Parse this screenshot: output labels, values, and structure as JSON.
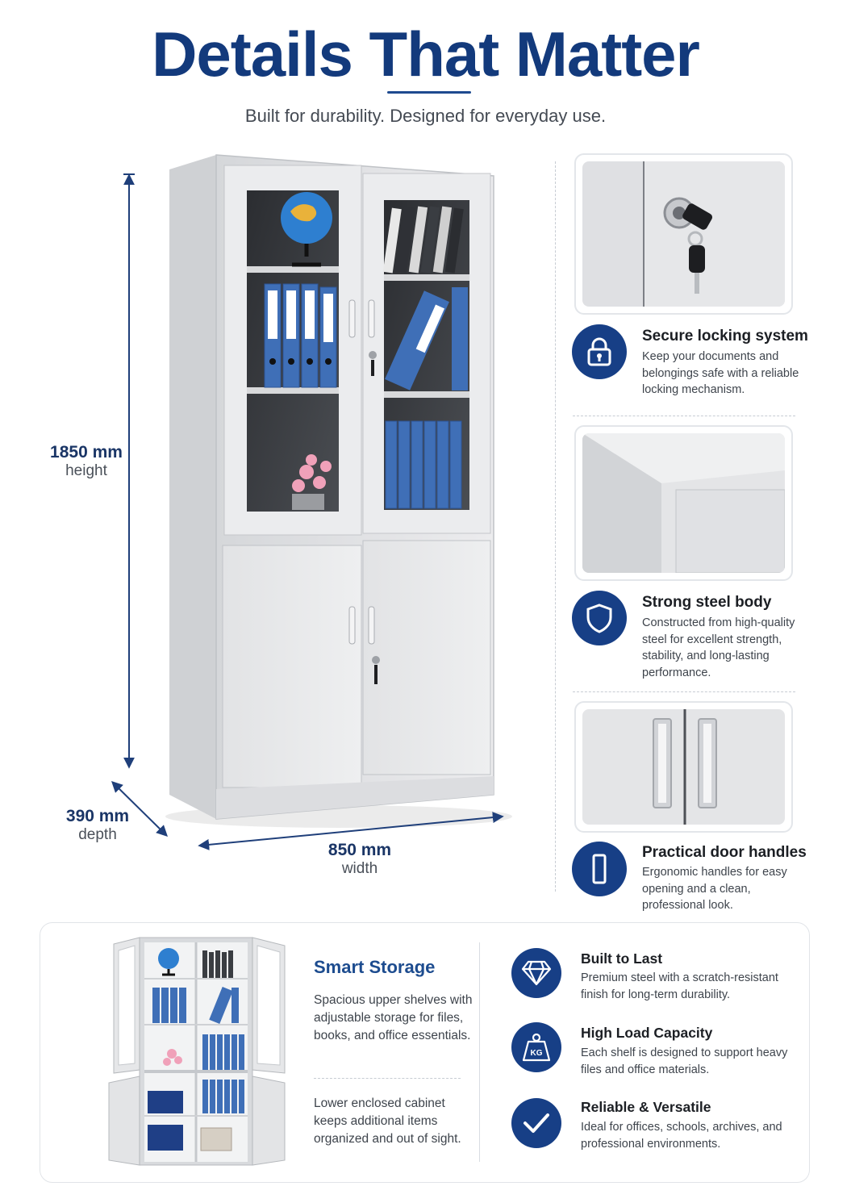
{
  "header": {
    "title": "Details That Matter",
    "subtitle": "Built for durability. Designed for everyday use."
  },
  "dimensions": {
    "height": {
      "value": "1850 mm",
      "label": "height"
    },
    "depth": {
      "value": "390 mm",
      "label": "depth"
    },
    "width": {
      "value": "850 mm",
      "label": "width"
    }
  },
  "features": [
    {
      "icon": "lock-icon",
      "title": "Secure locking system",
      "text": "Keep your documents and belongings safe with a reliable locking mechanism."
    },
    {
      "icon": "shield-icon",
      "title": "Strong steel body",
      "text": "Constructed from high-quality steel for excellent strength, stability, and long-lasting performance."
    },
    {
      "icon": "door-handle-icon",
      "title": "Practical door handles",
      "text": "Ergonomic handles for easy opening and a clean, professional look."
    }
  ],
  "smart_storage": {
    "title": "Smart Storage",
    "upper_text": "Spacious upper shelves with adjustable storage for files, books, and office essentials.",
    "lower_text": "Lower enclosed cabinet keeps additional items organized and out of sight."
  },
  "benefits": [
    {
      "icon": "diamond-icon",
      "title": "Built to Last",
      "text": "Premium steel with a scratch-resistant finish for long-term durability."
    },
    {
      "icon": "weight-kg-icon",
      "icon_label": "KG",
      "title": "High Load Capacity",
      "text": "Each shelf is designed to support heavy files and office materials."
    },
    {
      "icon": "checkmark-icon",
      "title": "Reliable & Versatile",
      "text": "Ideal for offices, schools, archives, and professional environments."
    }
  ],
  "colors": {
    "brand_navy": "#133a7c",
    "icon_navy": "#173f86",
    "steel_grey": "#e4e5e7",
    "binder_blue": "#3f6fb7"
  }
}
